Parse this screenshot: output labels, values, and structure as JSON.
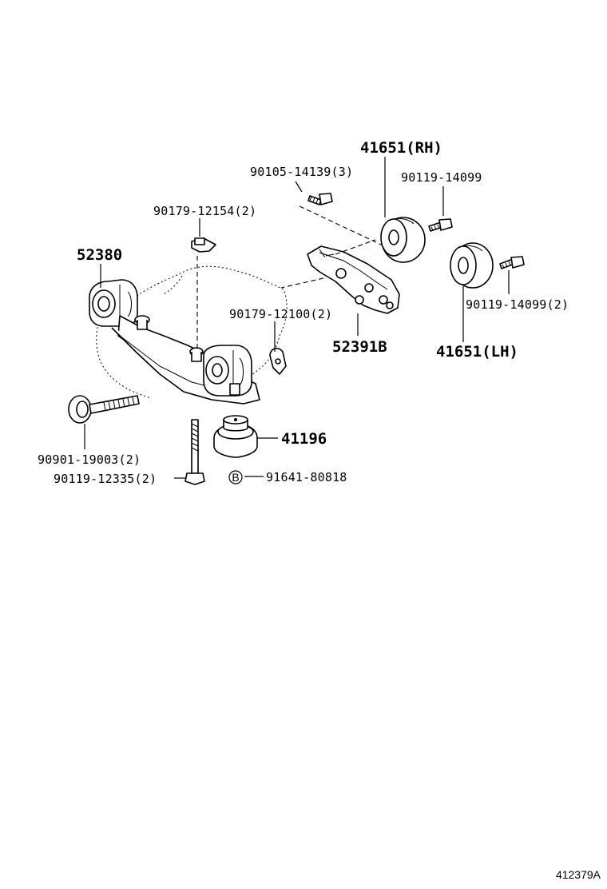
{
  "diagram": {
    "reference_code": "412379A",
    "parts": [
      {
        "key": "p41651_rh",
        "label": "41651(RH)"
      },
      {
        "key": "p90105",
        "label": "90105-14139(3)"
      },
      {
        "key": "p90119_a",
        "label": "90119-14099"
      },
      {
        "key": "p90179_12154",
        "label": "90179-12154(2)"
      },
      {
        "key": "p52380",
        "label": "52380"
      },
      {
        "key": "p90179_12100",
        "label": "90179-12100(2)"
      },
      {
        "key": "p90119_b",
        "label": "90119-14099(2)"
      },
      {
        "key": "p52391b",
        "label": "52391B"
      },
      {
        "key": "p41651_lh",
        "label": "41651(LH)"
      },
      {
        "key": "p41196",
        "label": "41196"
      },
      {
        "key": "p90901",
        "label": "90901-19003(2)"
      },
      {
        "key": "p90119_12335",
        "label": "90119-12335(2)"
      },
      {
        "key": "p91641",
        "label": "91641-80818"
      }
    ],
    "symbol_b": "B"
  }
}
